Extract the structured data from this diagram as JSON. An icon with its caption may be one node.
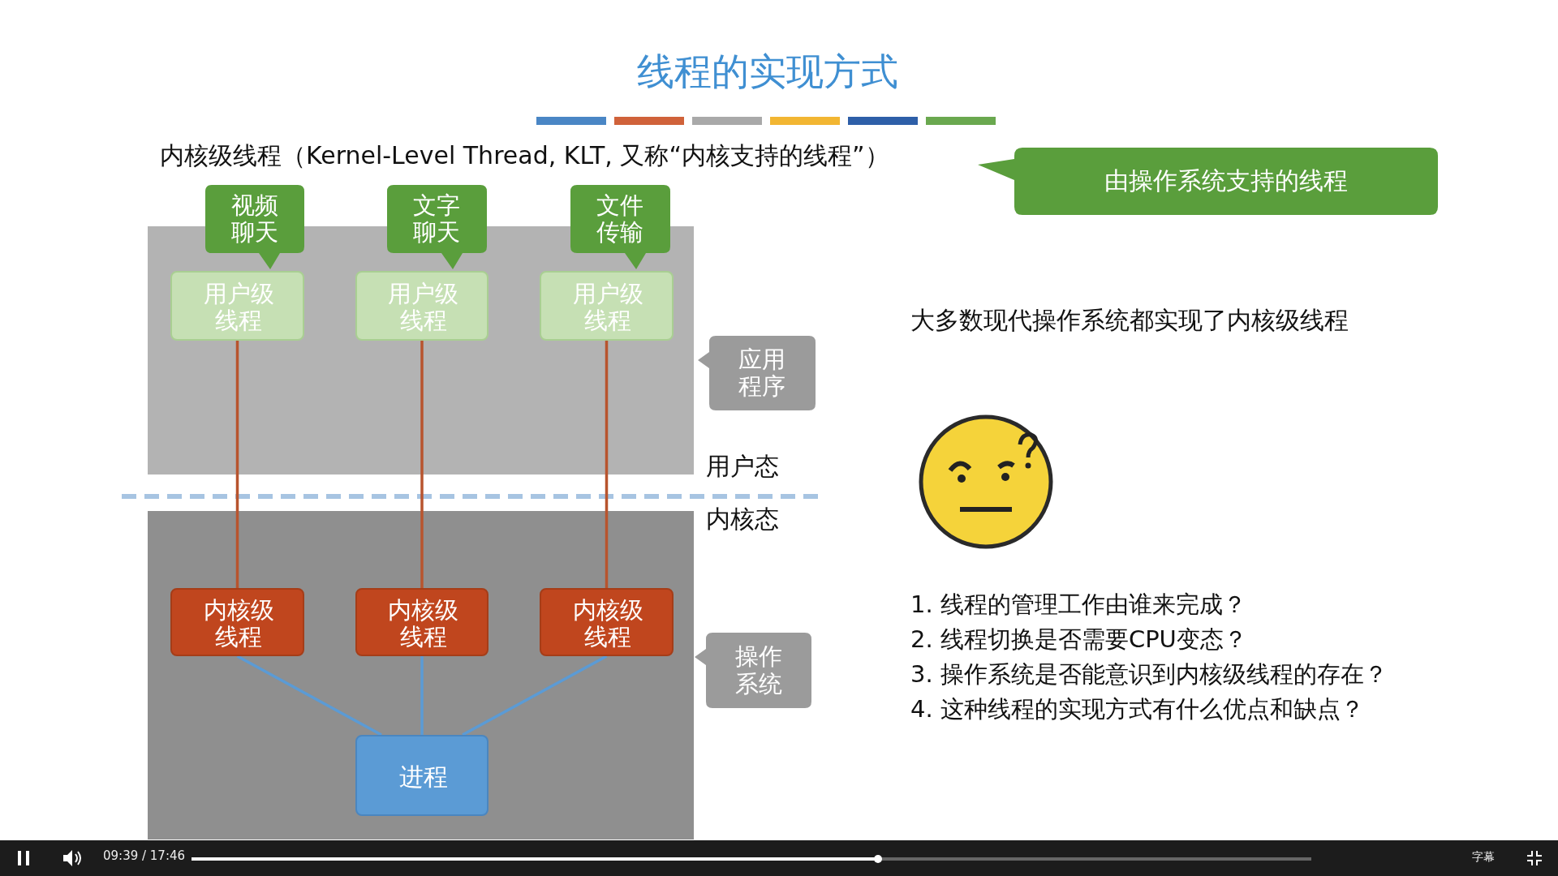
{
  "diagram": {
    "title": "线程的实现方式",
    "nodes": [
      {
        "text": [],
        "shape": "box"
      },
      {
        "text": [
          "视频聊天"
        ]
      },
      {
        "text": [
          "文字聊天"
        ]
      },
      {
        "text": [
          "文件传输"
        ]
      },
      {
        "text": [
          "用户级线程"
        ],
        "in": 0
      },
      {
        "text": [
          "用户级线程"
        ],
        "in": 0
      },
      {
        "text": [
          "用户级线程"
        ],
        "in": 0
      },
      {
        "text": [
          "应用程序"
        ]
      },
      {
        "text": [],
        "shape": "box"
      },
      {
        "text": [
          "内核级线程"
        ],
        "in": 8
      },
      {
        "text": [
          "内核级线程"
        ],
        "in": 8
      },
      {
        "text": [
          "内核级线程"
        ],
        "in": 8
      },
      {
        "text": [
          "进程"
        ],
        "in": 8
      },
      {
        "text": [
          "操作系统"
        ]
      },
      {
        "text": [
          "由操作系统支持的线程"
        ]
      }
    ],
    "edges": [
      {
        "from": 4,
        "to": 9,
        "arrow": "none",
        "color": "#b8542e"
      },
      {
        "from": 5,
        "to": 10,
        "arrow": "none",
        "color": "#b8542e"
      },
      {
        "from": 6,
        "to": 11,
        "arrow": "none",
        "color": "#b8542e"
      },
      {
        "from": 9,
        "to": 12,
        "arrow": "none",
        "color": "#5b9bd5"
      },
      {
        "from": 10,
        "to": 12,
        "arrow": "none",
        "color": "#5b9bd5"
      },
      {
        "from": 11,
        "to": 12,
        "arrow": "none",
        "color": "#5b9bd5"
      }
    ],
    "labels": [
      "内核级线程（Kernel-Level Thread, KLT, 又称“内核支持的线程”）",
      "用户态",
      "内核态",
      "大多数现代操作系统都实现了内核级线程",
      "1.  线程的管理工作由谁来完成？",
      "2.  线程切换是否需要CPU变态？",
      "3.  操作系统是否能意识到内核级线程的存在？",
      "4.  这种线程的实现方式有什么优点和缺点？",
      "09:39 / 17:46",
      "字幕"
    ]
  }
}
